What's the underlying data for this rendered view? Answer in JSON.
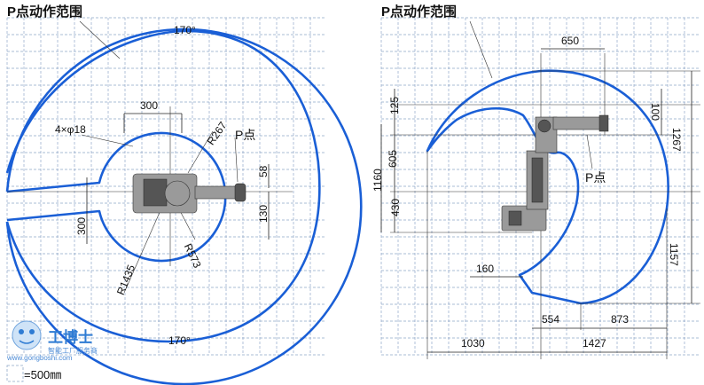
{
  "left": {
    "title": "P点动作范围",
    "angle_top": "170°",
    "angle_bottom": "170°",
    "d_300_top": "300",
    "hole_label": "4×φ18",
    "r267": "R267",
    "p_point": "P点",
    "d58": "58",
    "d130": "130",
    "d300_side": "300",
    "r573": "R573",
    "r1435": "R1435"
  },
  "right": {
    "title": "P点动作范围",
    "d650": "650",
    "d125": "125",
    "d100": "100",
    "d1267": "1267",
    "d1160": "1160",
    "d605": "605",
    "d430": "430",
    "p_point": "P点",
    "d1157": "1157",
    "d160": "160",
    "d554": "554",
    "d873": "873",
    "d1030": "1030",
    "d1427": "1427"
  },
  "legend": {
    "scale": "=500㎜"
  },
  "watermark": {
    "brand": "工博士",
    "tagline": "智能工厂服务商",
    "url": "www.gongboshi.com"
  },
  "colors": {
    "range_line": "#1a5fd6",
    "grid": "#8fa7c8",
    "watermark": "#2e7bd3"
  }
}
